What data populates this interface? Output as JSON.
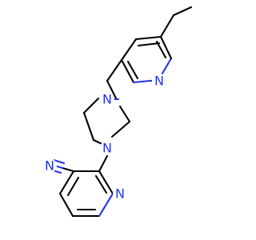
{
  "molecule": {
    "atoms": {
      "n_ethylpyridine": "N",
      "n_piperazine_top": "N",
      "n_piperazine_bottom": "N",
      "n_nitrile": "N",
      "n_bottom_pyridine": "N"
    },
    "colors": {
      "bond": "#000000",
      "heteroatom": "#2233ee",
      "background": "#ffffff"
    }
  }
}
